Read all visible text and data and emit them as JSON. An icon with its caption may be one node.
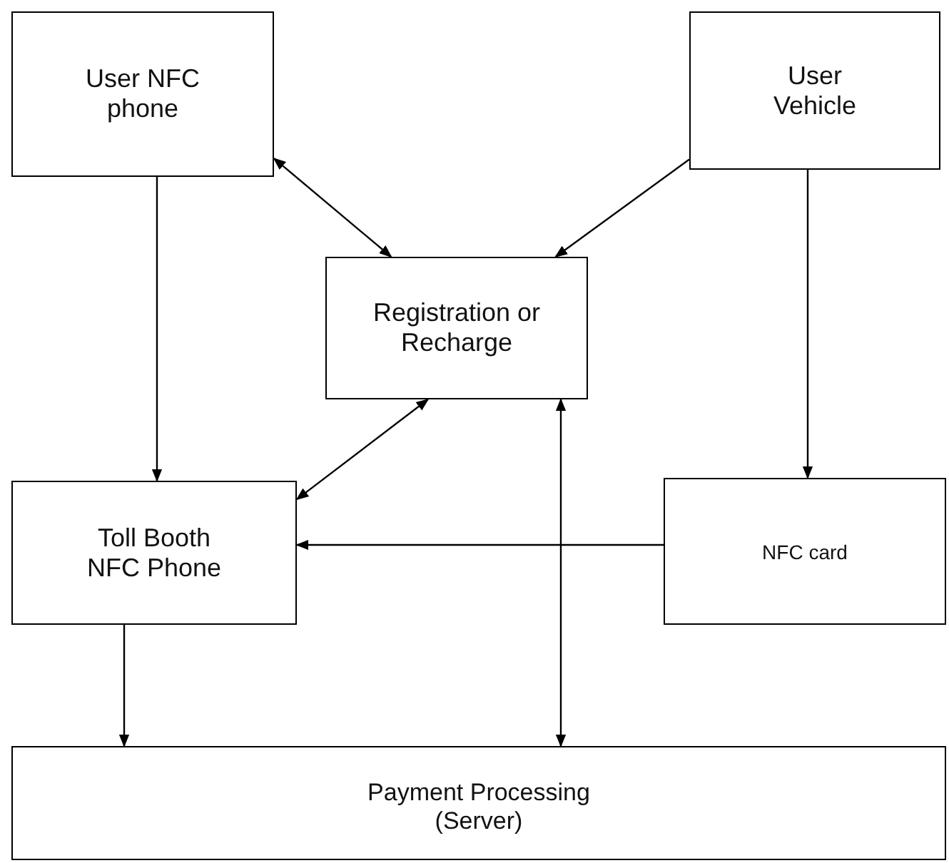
{
  "diagram": {
    "nodes": [
      {
        "text": [
          "User NFC phone"
        ]
      },
      {
        "text": [
          "User Vehicle"
        ]
      },
      {
        "text": [
          "Registration or Recharge"
        ]
      },
      {
        "text": [
          "Toll Booth NFC Phone"
        ]
      },
      {
        "text": [
          "NFC card"
        ]
      },
      {
        "text": [
          "Payment Processing (Server)"
        ]
      }
    ],
    "edges": [
      {
        "from": 0,
        "to": 2,
        "arrow": "both"
      },
      {
        "from": 1,
        "to": 2,
        "arrow": "to"
      },
      {
        "from": 0,
        "to": 3,
        "arrow": "to"
      },
      {
        "from": 1,
        "to": 4,
        "arrow": "to"
      },
      {
        "from": 3,
        "to": 2,
        "arrow": "both"
      },
      {
        "from": 2,
        "to": 5,
        "arrow": "both"
      },
      {
        "from": 4,
        "to": 3,
        "arrow": "to"
      },
      {
        "from": 3,
        "to": 5,
        "arrow": "to"
      }
    ]
  }
}
